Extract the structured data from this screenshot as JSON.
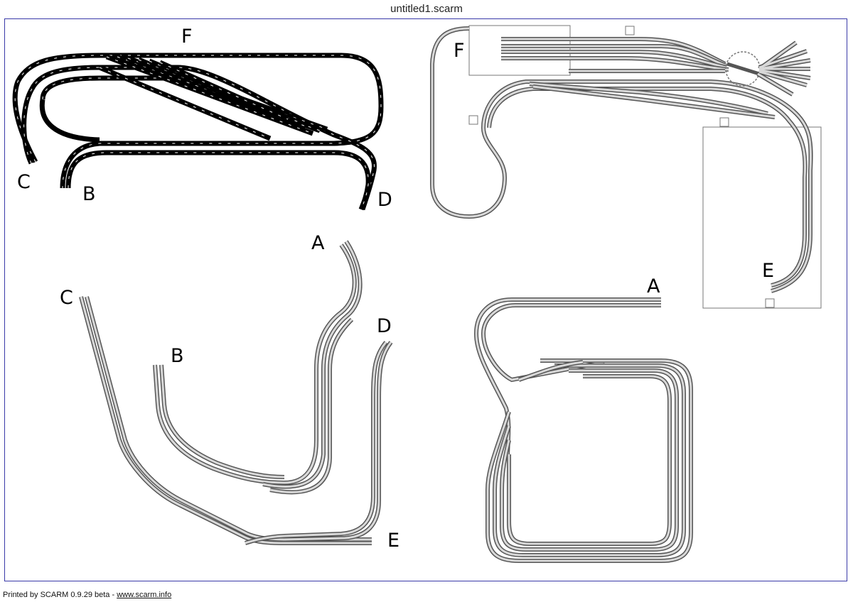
{
  "window": {
    "title": "untitled1.scarm"
  },
  "footer": {
    "printed_by": "Printed by SCARM 0.9.29 beta - ",
    "link_text": "www.scarm.info"
  },
  "labels": {
    "top_left": {
      "F": "F",
      "C": "C",
      "B": "B",
      "D": "D"
    },
    "top_right": {
      "F": "F",
      "E": "E"
    },
    "bottom_left": {
      "A": "A",
      "C": "C",
      "B": "B",
      "D": "D",
      "E": "E"
    },
    "bottom_right": {
      "A": "A"
    }
  },
  "colors": {
    "frame": "#3a3aa8",
    "dark_track": "#000000",
    "grey_track": "#555555",
    "background": "#ffffff"
  }
}
